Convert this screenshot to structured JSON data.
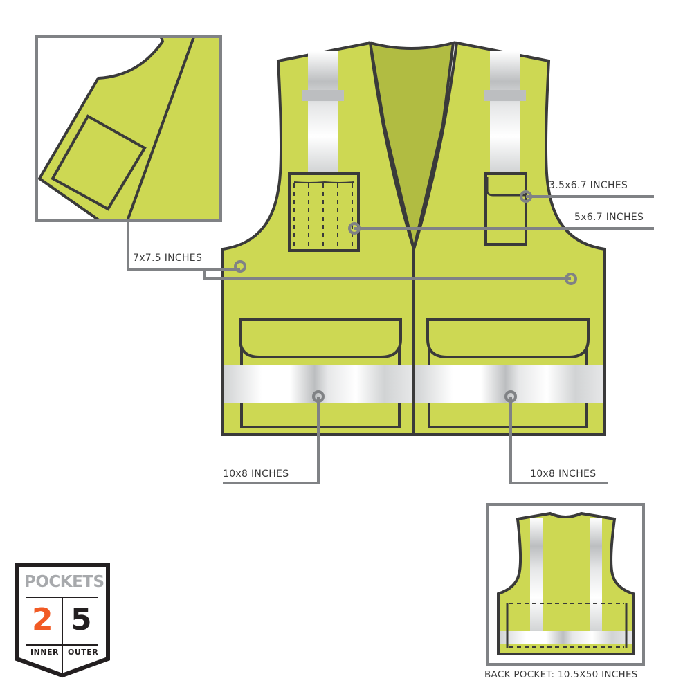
{
  "colors": {
    "vest": "#cdd853",
    "vest_inner": "#b1bc42",
    "outline": "#3a3a3a",
    "callout": "#808285",
    "reflective": "#e6e7e8",
    "badge_orange": "#f15a24",
    "badge_gray": "#a7a9ac"
  },
  "callouts": {
    "chest_pocket_small": "3.5x6.7 INCHES",
    "chest_pocket_pen": "5x6.7 INCHES",
    "inner_pocket": "7x7.5 INCHES",
    "lower_left_pocket": "10x8 INCHES",
    "lower_right_pocket": "10x8 INCHES",
    "back_pocket": "BACK POCKET: 10.5X50 INCHES"
  },
  "badge": {
    "title": "POCKETS",
    "inner_count": "2",
    "inner_label": "INNER",
    "outer_count": "5",
    "outer_label": "OUTER"
  }
}
